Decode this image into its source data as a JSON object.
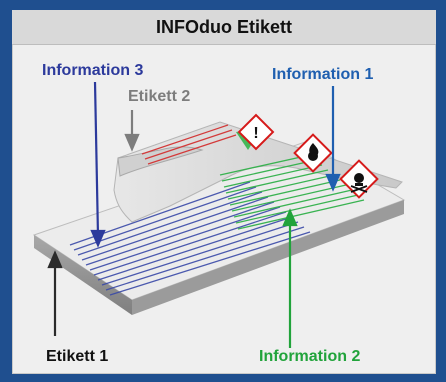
{
  "header": {
    "title": "INFOduo Etikett"
  },
  "labels": {
    "information_3": "Information 3",
    "etikett_2": "Etikett 2",
    "information_1": "Information 1",
    "etikett_1": "Etikett 1",
    "information_2": "Information 2"
  },
  "colors": {
    "frame": "#1f4f8f",
    "information_1": "#1f5fb0",
    "information_2": "#21a33b",
    "information_3": "#2c3a9c",
    "etikett": "#7d7d7d",
    "dark_arrow": "#2a2a2a",
    "hazard_red": "#d61a1a"
  },
  "icons": [
    "exclamation-hazard-icon",
    "flame-hazard-icon",
    "skull-crossbones-hazard-icon"
  ]
}
